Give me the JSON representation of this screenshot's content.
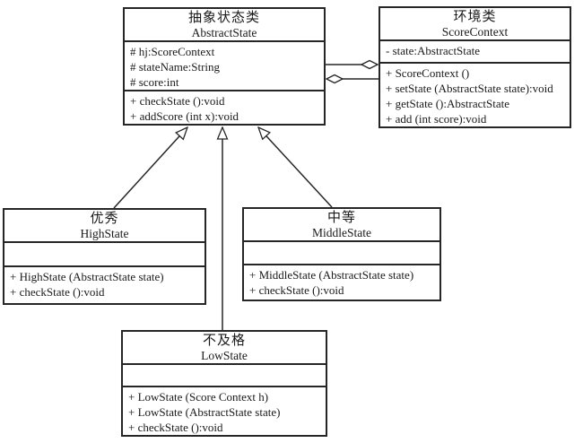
{
  "diagram": {
    "background_color": "#ffffff",
    "line_color": "#262626",
    "text_color": "#1a1a1a"
  },
  "classes": [
    {
      "id": "abstract-state",
      "name_cn": "抽象状态类",
      "name_en": "AbstractState",
      "attributes": [
        "# hj:ScoreContext",
        "# stateName:String",
        "# score:int"
      ],
      "methods": [
        "+ checkState ():void",
        "+ addScore (int x):void"
      ]
    },
    {
      "id": "score-context",
      "name_cn": "环境类",
      "name_en": "ScoreContext",
      "attributes": [
        "- state:AbstractState"
      ],
      "methods": [
        "+ ScoreContext ()",
        "+ setState (AbstractState state):void",
        "+ getState ():AbstractState",
        "+ add (int score):void"
      ]
    },
    {
      "id": "high-state",
      "name_cn": "优秀",
      "name_en": "HighState",
      "attributes": [],
      "methods": [
        "+ HighState (AbstractState state)",
        "+ checkState ():void"
      ]
    },
    {
      "id": "middle-state",
      "name_cn": "中等",
      "name_en": "MiddleState",
      "attributes": [],
      "methods": [
        "+ MiddleState (AbstractState state)",
        "+ checkState ():void"
      ]
    },
    {
      "id": "low-state",
      "name_cn": "不及格",
      "name_en": "LowState",
      "attributes": [],
      "methods": [
        "+ LowState (Score Context h)",
        "+ LowState (AbstractState state)",
        "+ checkState ():void"
      ]
    }
  ],
  "relationships": [
    {
      "type": "aggregation",
      "whole": "ScoreContext",
      "part": "AbstractState",
      "diamond_at": "ScoreContext"
    },
    {
      "type": "aggregation",
      "whole": "AbstractState",
      "part": "ScoreContext",
      "diamond_at": "AbstractState"
    },
    {
      "type": "generalization",
      "child": "HighState",
      "parent": "AbstractState"
    },
    {
      "type": "generalization",
      "child": "LowState",
      "parent": "AbstractState"
    },
    {
      "type": "generalization",
      "child": "MiddleState",
      "parent": "AbstractState"
    }
  ]
}
